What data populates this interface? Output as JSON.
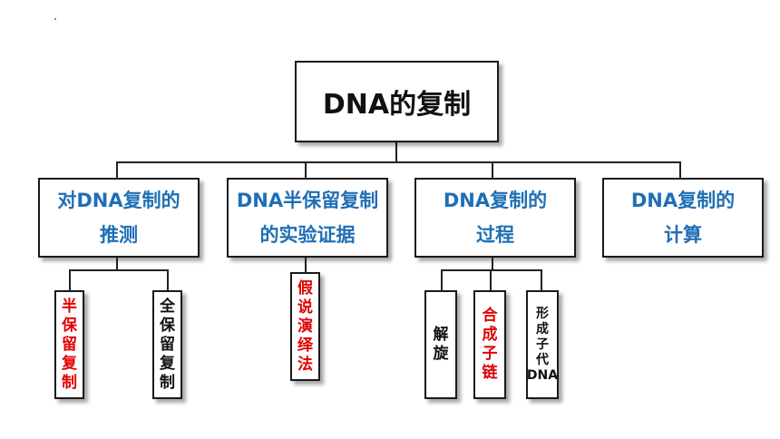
{
  "root": {
    "label": "DNA的复制"
  },
  "categories": [
    {
      "label": "对DNA复制的\n推测"
    },
    {
      "label": "DNA半保留复制\n的实验证据"
    },
    {
      "label": "DNA复制的\n过程"
    },
    {
      "label": "DNA复制的\n计算"
    }
  ],
  "leaves": {
    "c1": [
      {
        "label": "半\n保\n留\n复\n制",
        "color": "red"
      },
      {
        "label": "全\n保\n留\n复\n制",
        "color": "black"
      }
    ],
    "c2": [
      {
        "label": "假\n说\n演\n绎\n法",
        "color": "red"
      }
    ],
    "c3": [
      {
        "label": "解\n旋",
        "color": "black"
      },
      {
        "label": "合\n成\n子\n链",
        "color": "red"
      },
      {
        "label": "形\n成\n子\n代\nDNA",
        "color": "black"
      }
    ]
  }
}
